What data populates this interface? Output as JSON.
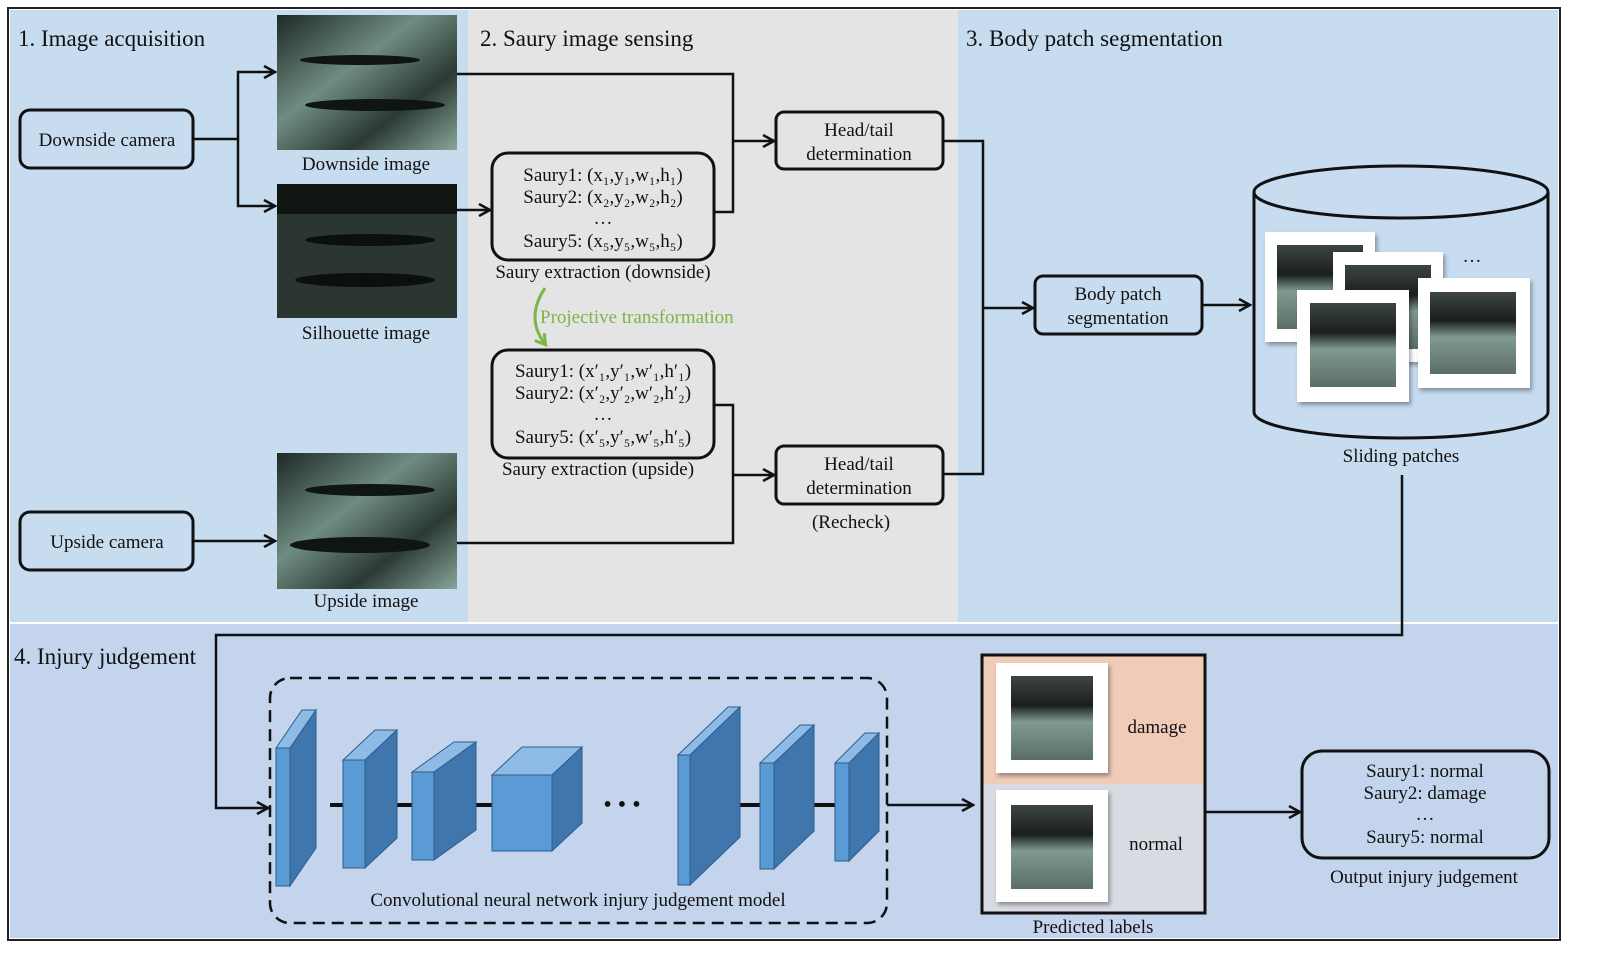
{
  "sections": {
    "s1": "1. Image acquisition",
    "s2": "2. Saury image sensing",
    "s3": "3. Body patch segmentation",
    "s4": "4. Injury judgement"
  },
  "acquisition": {
    "downside_camera": "Downside camera",
    "upside_camera": "Upside camera",
    "downside_image": "Downside image",
    "silhouette_image": "Silhouette image",
    "upside_image": "Upside image"
  },
  "sensing": {
    "downside_lines": [
      "Saury1: (x₁,y₁,w₁,h₁)",
      "Saury2: (x₂,y₂,w₂,h₂)",
      "…",
      "Saury5: (x₅,y₅,w₅,h₅)"
    ],
    "downside_label": "Saury extraction (downside)",
    "transform_label": "Projective transformation",
    "upside_lines": [
      "Saury1: (x′₁,y′₁,w′₁,h′₁)",
      "Saury2: (x′₂,y′₂,w′₂,h′₂)",
      "…",
      "Saury5: (x′₅,y′₅,w′₅,h′₅)"
    ],
    "upside_label": "Saury extraction (upside)",
    "headtail_1": [
      "Head/tail",
      "determination"
    ],
    "headtail_2": [
      "Head/tail",
      "determination"
    ],
    "recheck": "(Recheck)"
  },
  "segmentation": {
    "body_patch": [
      "Body patch",
      "segmentation"
    ],
    "ellipsis": "…",
    "sliding_patches": "Sliding patches"
  },
  "judgement": {
    "cnn_label": "Convolutional neural network injury judgement model",
    "cnn_dots": "• • •",
    "label_damage": "damage",
    "label_normal": "normal",
    "predicted_labels": "Predicted labels",
    "output_lines": [
      "Saury1:  normal",
      "Saury2:  damage",
      "…",
      "Saury5:  normal"
    ],
    "output_label": "Output injury judgement"
  },
  "colors": {
    "panel_blue": "#c8dcf0",
    "panel_gray": "#e4e4e4",
    "panel_bottom": "#c3d4ec",
    "cnn_blue": "#5b9bd5",
    "transform_green": "#7ab648",
    "damage_bg": "#efcbb8",
    "normal_bg": "#d9dbe3"
  }
}
